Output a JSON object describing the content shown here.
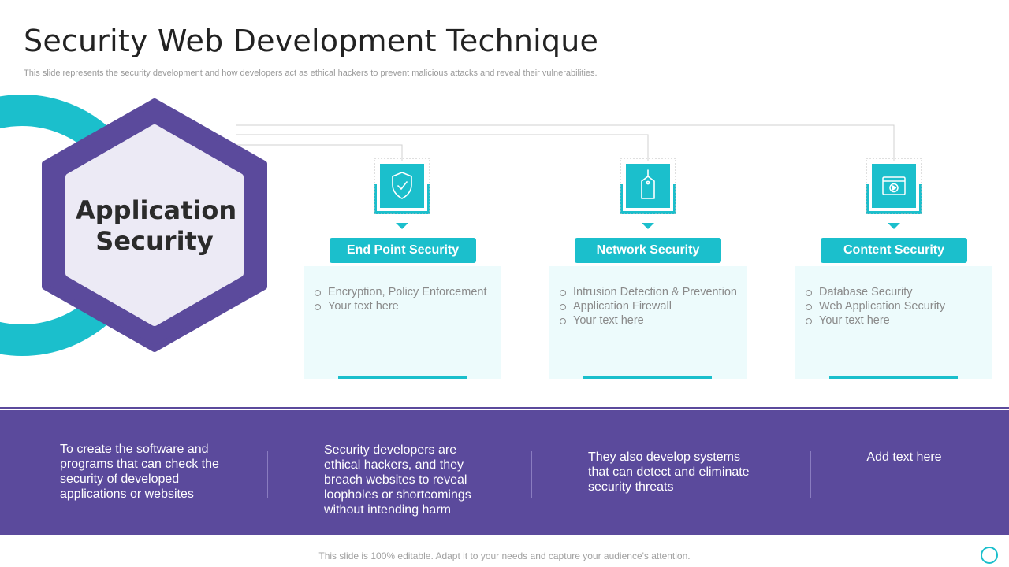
{
  "header": {
    "title": "Security Web Development Technique",
    "subtitle": "This slide represents the security development and how developers act as ethical hackers to prevent malicious attacks and reveal their vulnerabilities."
  },
  "hub": {
    "label": "Application Security"
  },
  "categories": [
    {
      "icon": "shield-check-icon",
      "label": "End Point Security",
      "items": [
        "Encryption, Policy Enforcement",
        "Your text here"
      ]
    },
    {
      "icon": "tag-icon",
      "label": "Network Security",
      "items": [
        "Intrusion Detection & Prevention",
        "Application Firewall",
        "Your text here"
      ]
    },
    {
      "icon": "browser-play-icon",
      "label": "Content Security",
      "items": [
        "Database Security",
        "Web Application Security",
        "Your text here"
      ]
    }
  ],
  "band": {
    "texts": [
      "To create the software and programs that can check the security of developed applications or websites",
      "Security developers are ethical hackers, and they breach websites to reveal loopholes or shortcomings without intending harm",
      "They also develop systems that can detect and eliminate security threats",
      "Add text here"
    ]
  },
  "footer": {
    "text": "This slide is 100% editable. Adapt it to your needs and capture your audience's attention."
  },
  "colors": {
    "teal": "#1bbfcc",
    "purple": "#5b4a9c",
    "hex_fill": "#eceaf5",
    "box_fill": "#edfbfc"
  }
}
